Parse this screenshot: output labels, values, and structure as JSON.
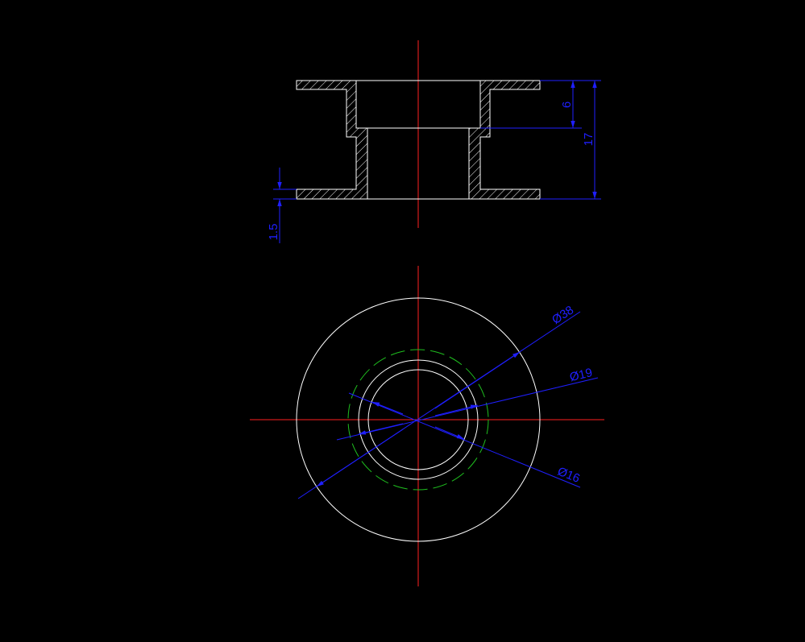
{
  "drawing": {
    "background": "#000000",
    "colors": {
      "outline": "#ffffff",
      "centerline": "#ff2020",
      "dimension": "#1f1fff",
      "hidden_circle": "#1fbf1f"
    },
    "section_view": {
      "dimensions": {
        "flange_thickness": "1.5",
        "counterbore_depth": "6",
        "overall_height": "17"
      }
    },
    "top_view": {
      "dimensions": {
        "outer_diameter": "Ø38",
        "bore_diameter": "Ø19",
        "inner_diameter": "Ø16"
      }
    }
  }
}
